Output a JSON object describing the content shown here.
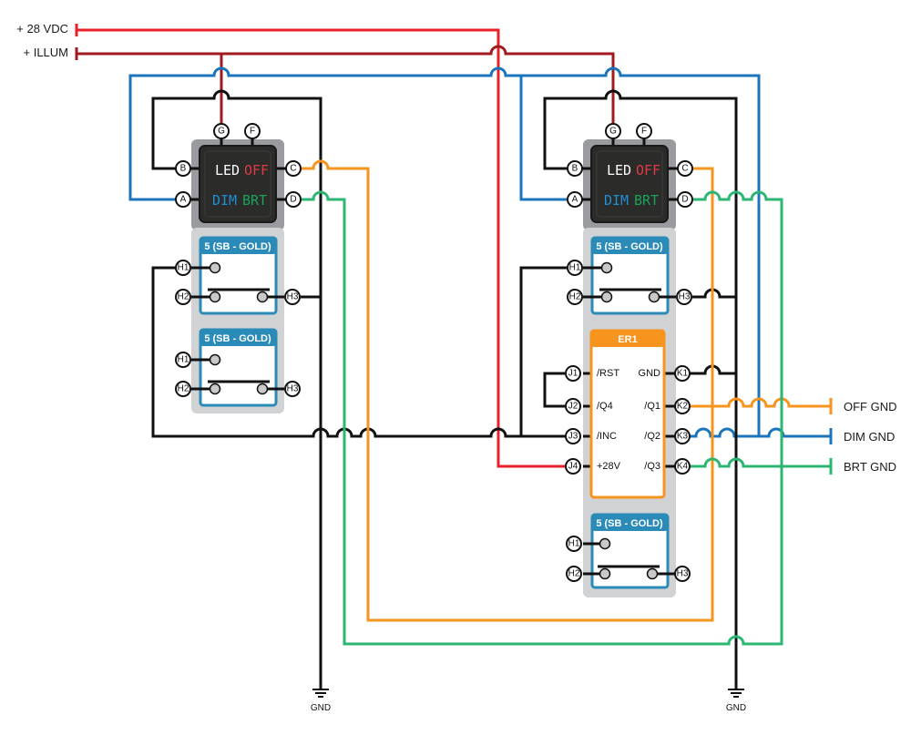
{
  "supplies": {
    "v28": "+ 28 VDC",
    "illum": "+ ILLUM"
  },
  "colors": {
    "v28": "#e8202a",
    "illum": "#a01a1e",
    "blue": "#1b75bc",
    "black": "#111111",
    "orange": "#f7941d",
    "green": "#2bb673",
    "module_gray": "#d1d2d4",
    "switch_bezel": "#9a9b9e",
    "switch_face": "#2b2b2a",
    "relay_blue": "#2a8ab8",
    "er1_orange": "#f7941d"
  },
  "switch_left": {
    "legend_top": [
      "LED",
      "OFF"
    ],
    "legend_bottom": [
      "DIM",
      "BRT"
    ],
    "pins": {
      "top": [
        "G",
        "F"
      ],
      "left": [
        "B",
        "A"
      ],
      "right": [
        "C",
        "D"
      ]
    }
  },
  "switch_right": {
    "legend_top": [
      "LED",
      "OFF"
    ],
    "legend_bottom": [
      "DIM",
      "BRT"
    ],
    "pins": {
      "top": [
        "G",
        "F"
      ],
      "left": [
        "B",
        "A"
      ],
      "right": [
        "C",
        "D"
      ]
    }
  },
  "relays": {
    "title": "5 (SB - GOLD)",
    "pins": [
      "H1",
      "H2",
      "H3"
    ]
  },
  "er1": {
    "title": "ER1",
    "left_pins": [
      "J1",
      "J2",
      "J3",
      "J4"
    ],
    "left_labels": [
      "/RST",
      "/Q4",
      "/INC",
      "+28V"
    ],
    "right_pins": [
      "K1",
      "K2",
      "K3",
      "K4"
    ],
    "right_labels": [
      "GND",
      "/Q1",
      "/Q2",
      "/Q3"
    ]
  },
  "outputs": [
    "OFF GND",
    "DIM GND",
    "BRT GND"
  ],
  "ground_label": "GND"
}
